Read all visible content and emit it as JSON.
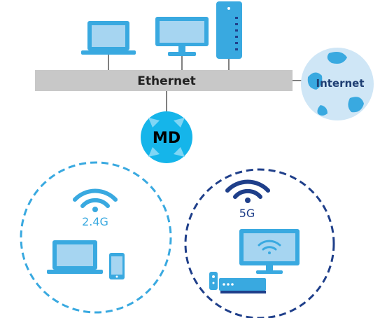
{
  "labels": {
    "ethernet": "Ethernet",
    "internet": "Internet",
    "md": "MD",
    "band_24": "2.4G",
    "band_5": "5G"
  },
  "colors": {
    "light_blue": "#39a9e0",
    "dark_blue": "#1f3f8a",
    "bus_gray": "#c8c8c8",
    "globe_light": "#cfe6f6",
    "md_cyan": "#15b5ea"
  },
  "icons": {
    "laptop": "laptop-icon",
    "monitor": "monitor-icon",
    "server": "server-icon",
    "globe": "globe-icon",
    "md": "mesh-device-icon",
    "wifi": "wifi-icon",
    "phone": "phone-icon",
    "tv": "tv-icon",
    "set_top_box": "set-top-box-icon",
    "remote": "remote-icon"
  }
}
